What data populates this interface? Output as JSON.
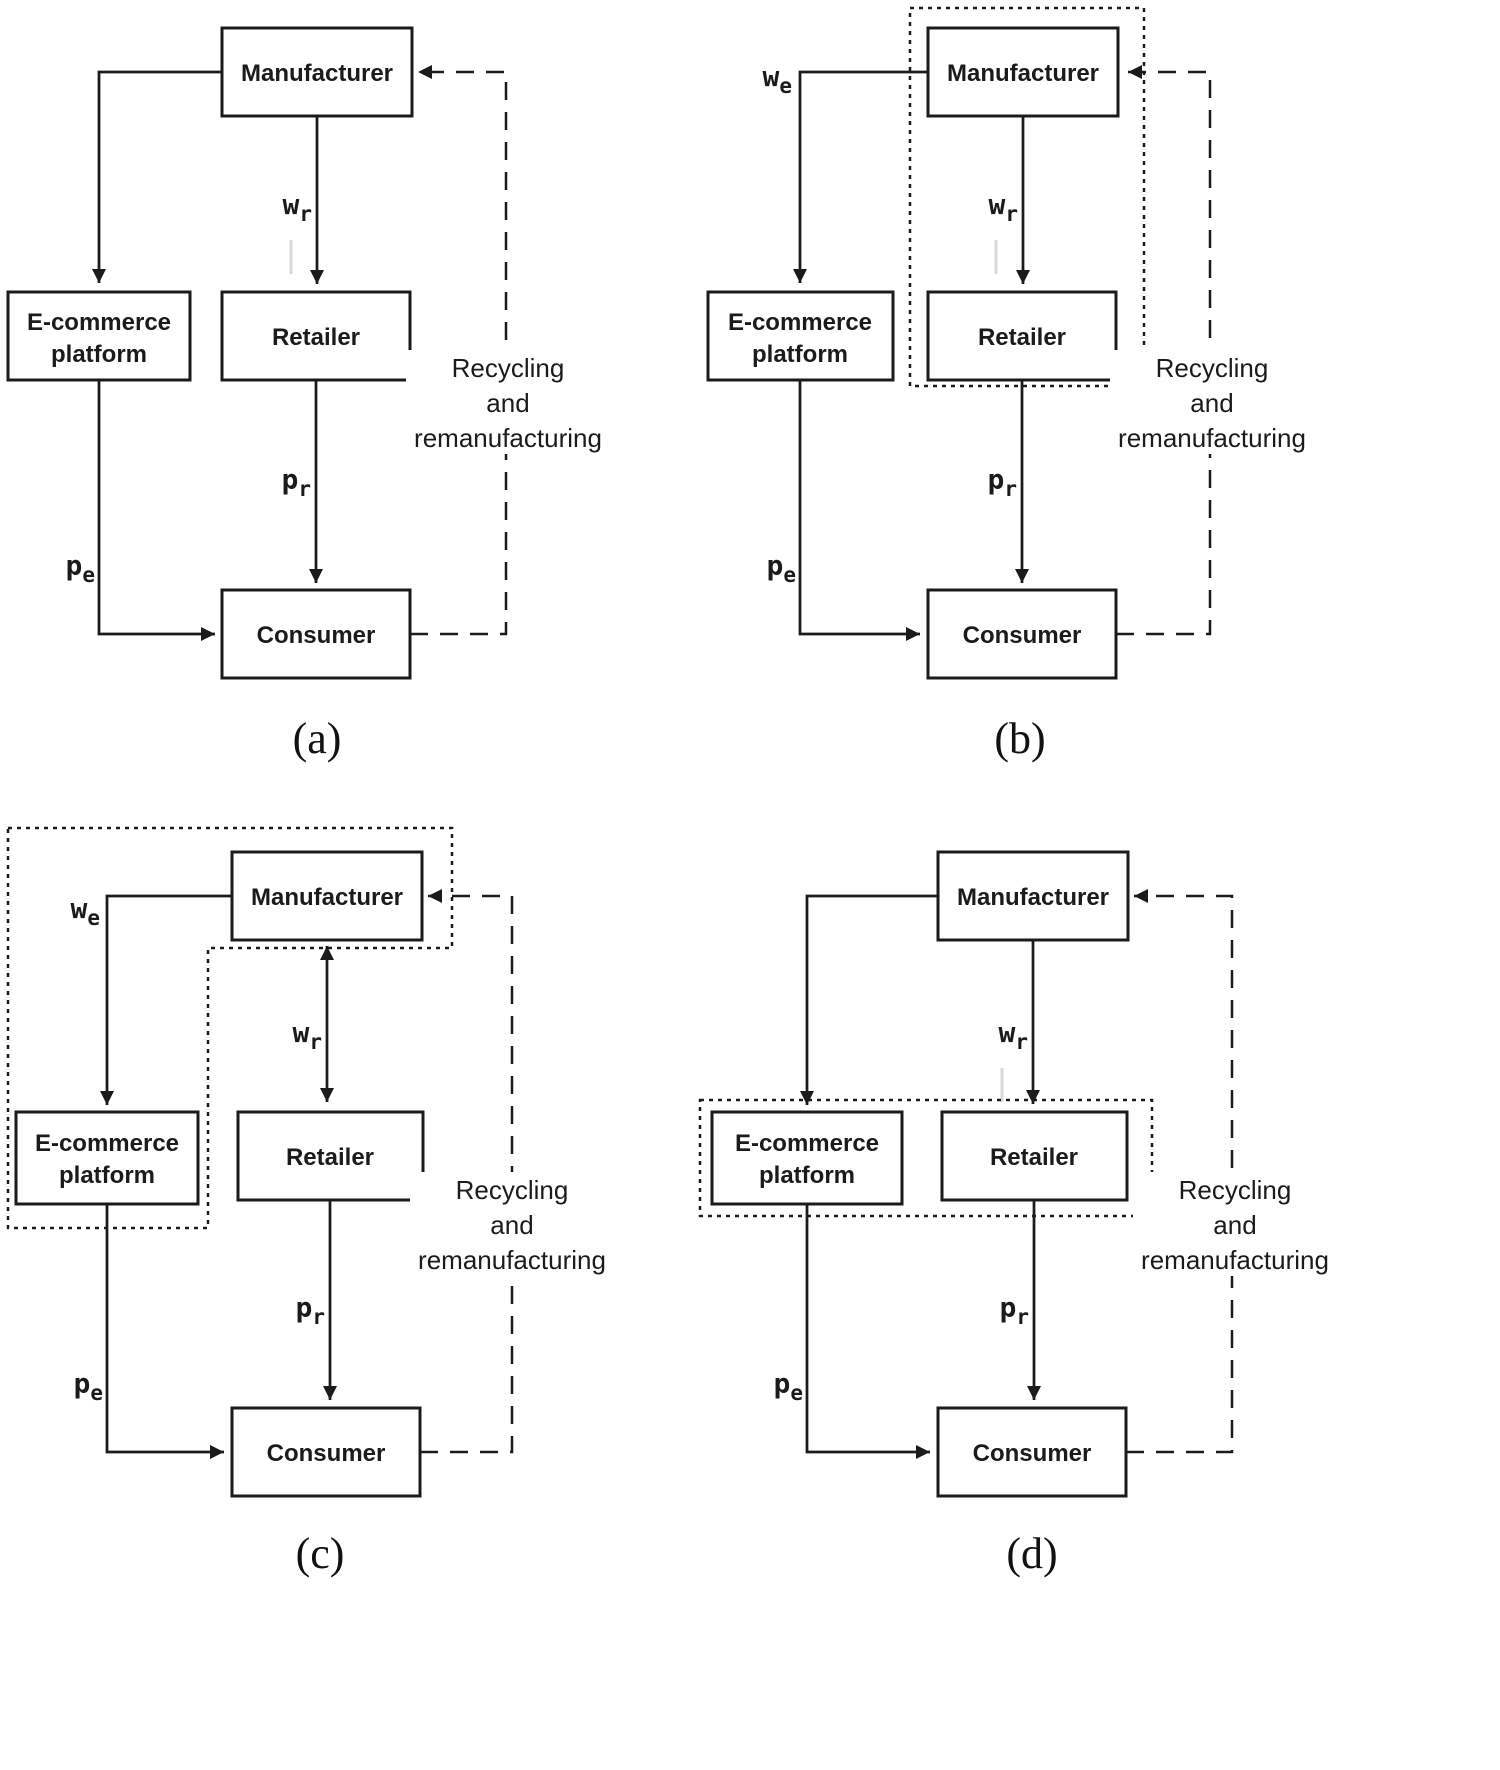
{
  "figure": {
    "colors": {
      "ink": "#1b1b1b",
      "background": "#ffffff"
    }
  },
  "panels": {
    "a": {
      "caption": "(a)",
      "nodes": {
        "manufacturer": "Manufacturer",
        "ecommerce_line1": "E-commerce",
        "ecommerce_line2": "platform",
        "retailer": "Retailer",
        "consumer": "Consumer"
      },
      "labels": {
        "wr": {
          "base": "w",
          "sub": "r"
        },
        "pr": {
          "base": "p",
          "sub": "r"
        },
        "pe": {
          "base": "p",
          "sub": "e"
        }
      },
      "recycling": [
        "Recycling",
        "and",
        "remanufacturing"
      ]
    },
    "b": {
      "caption": "(b)",
      "nodes": {
        "manufacturer": "Manufacturer",
        "ecommerce_line1": "E-commerce",
        "ecommerce_line2": "platform",
        "retailer": "Retailer",
        "consumer": "Consumer"
      },
      "labels": {
        "we": {
          "base": "w",
          "sub": "e"
        },
        "wr": {
          "base": "w",
          "sub": "r"
        },
        "pr": {
          "base": "p",
          "sub": "r"
        },
        "pe": {
          "base": "p",
          "sub": "e"
        }
      },
      "recycling": [
        "Recycling",
        "and",
        "remanufacturing"
      ]
    },
    "c": {
      "caption": "(c)",
      "nodes": {
        "manufacturer": "Manufacturer",
        "ecommerce_line1": "E-commerce",
        "ecommerce_line2": "platform",
        "retailer": "Retailer",
        "consumer": "Consumer"
      },
      "labels": {
        "we": {
          "base": "w",
          "sub": "e"
        },
        "wr": {
          "base": "w",
          "sub": "r"
        },
        "pr": {
          "base": "p",
          "sub": "r"
        },
        "pe": {
          "base": "p",
          "sub": "e"
        }
      },
      "recycling": [
        "Recycling",
        "and",
        "remanufacturing"
      ]
    },
    "d": {
      "caption": "(d)",
      "nodes": {
        "manufacturer": "Manufacturer",
        "ecommerce_line1": "E-commerce",
        "ecommerce_line2": "platform",
        "retailer": "Retailer",
        "consumer": "Consumer"
      },
      "labels": {
        "wr": {
          "base": "w",
          "sub": "r"
        },
        "pr": {
          "base": "p",
          "sub": "r"
        },
        "pe": {
          "base": "p",
          "sub": "e"
        }
      },
      "recycling": [
        "Recycling",
        "and",
        "remanufacturing"
      ]
    }
  }
}
